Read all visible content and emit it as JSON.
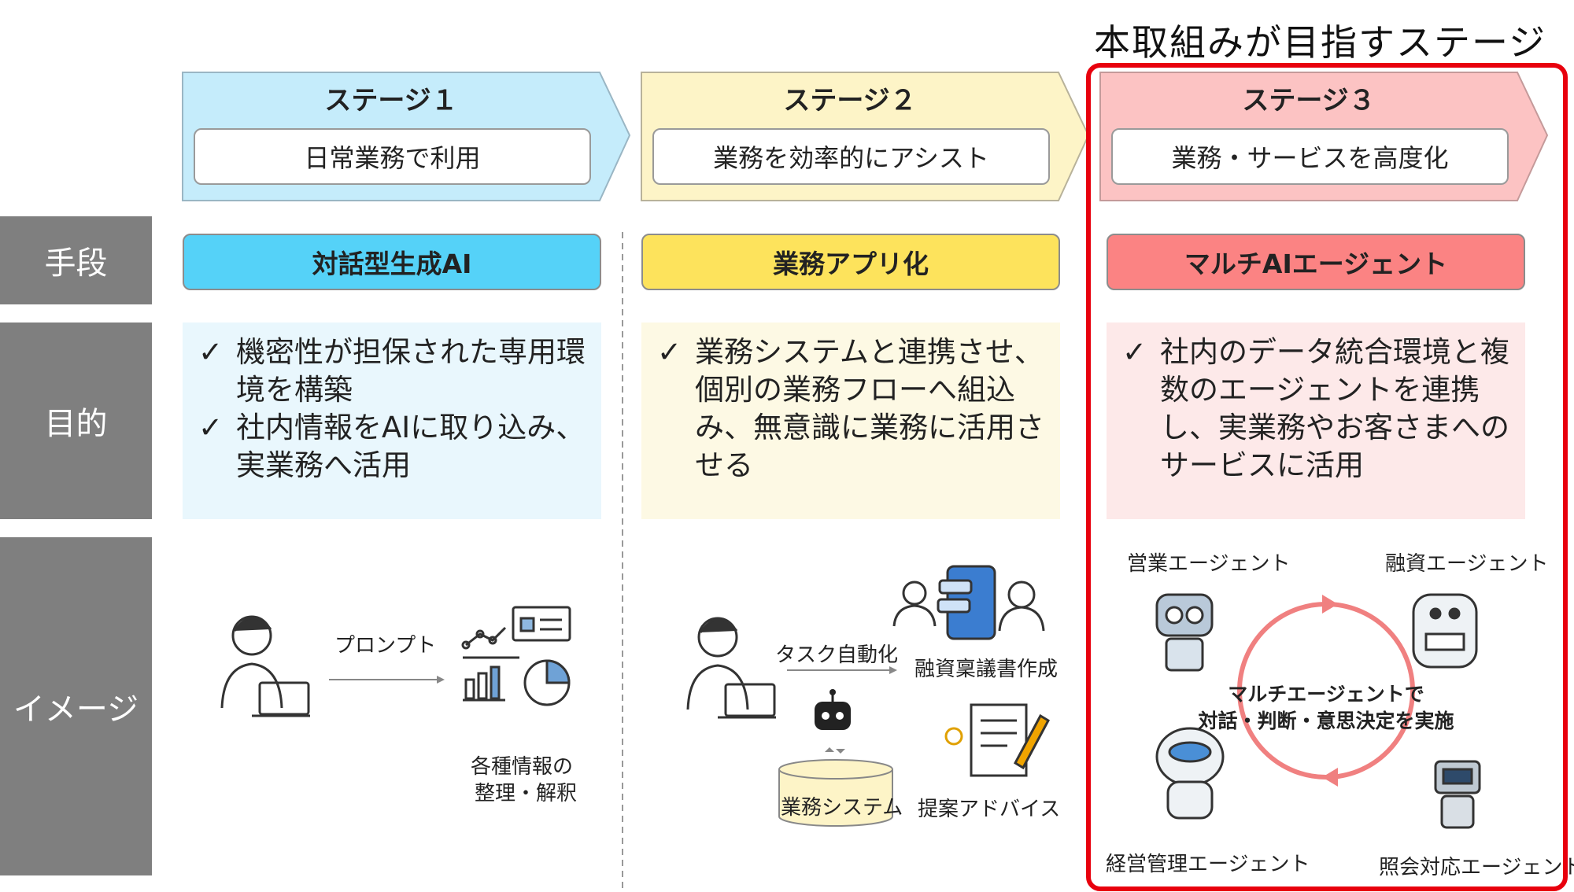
{
  "header": {
    "target_stage_title": "本取組みが目指すステージ"
  },
  "row_labels": {
    "means": "手段",
    "purpose": "目的",
    "image": "イメージ"
  },
  "stages": [
    {
      "title": "ステージ１",
      "subtitle": "日常業務で利用",
      "means": "対話型生成AI",
      "purpose": [
        {
          "check": "✓",
          "text": "機密性が担保された専用環境を構築"
        },
        {
          "check": "✓",
          "text": "社内情報をAIに取り込み、実業務へ活用"
        }
      ],
      "image": {
        "prompt_label": "プロンプト",
        "result_label_1": "各種情報の",
        "result_label_2": "整理・解釈"
      }
    },
    {
      "title": "ステージ２",
      "subtitle": "業務を効率的にアシスト",
      "means": "業務アプリ化",
      "purpose": [
        {
          "check": "✓",
          "text": "業務システムと連携させ、個別の業務フローへ組込み、無意識に業務に活用させる"
        }
      ],
      "image": {
        "task_label": "タスク自動化",
        "doc_label": "融資稟議書作成",
        "system_label": "業務システム",
        "advice_label": "提案アドバイス"
      }
    },
    {
      "title": "ステージ３",
      "subtitle": "業務・サービスを高度化",
      "means": "マルチAIエージェント",
      "purpose": [
        {
          "check": "✓",
          "text": "社内のデータ統合環境と複数のエージェントを連携し、実業務やお客さまへのサービスに活用"
        }
      ],
      "image": {
        "agent_sales": "営業エージェント",
        "agent_finance": "融資エージェント",
        "agent_management": "経営管理エージェント",
        "agent_inquiry": "照会対応エージェント",
        "center_line1": "マルチエージェントで",
        "center_line2": "対話・判断・意思決定を実施"
      }
    }
  ],
  "colors": {
    "label_gray": "#7f7f7f",
    "stage1_arrow": "#c5ecfb",
    "stage1_means": "#55d2f8",
    "stage1_purpose": "#e9f7fd",
    "stage2_arrow": "#fdf4c7",
    "stage2_means": "#fde35c",
    "stage2_purpose": "#fdf9e4",
    "stage3_arrow": "#fcc3c3",
    "stage3_means": "#fb8383",
    "stage3_purpose": "#fde9e9",
    "highlight_border": "#e8000d",
    "cycle_arrow": "#f08080"
  }
}
